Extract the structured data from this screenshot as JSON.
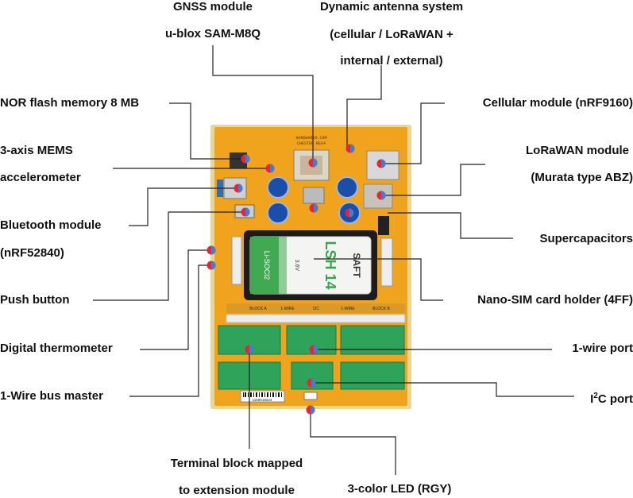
{
  "labels": {
    "gnss_1": "GNSS module",
    "gnss_2": "u-blox SAM-M8Q",
    "antenna_1": "Dynamic antenna system",
    "antenna_2": "(cellular / LoRaWAN +",
    "antenna_3": "internal / external)",
    "nor_flash": "NOR flash memory 8 MB",
    "mems_1": "3-axis MEMS",
    "mems_2": "accelerometer",
    "bluetooth_1": "Bluetooth module",
    "bluetooth_2": "(nRF52840)",
    "push_button": "Push button",
    "thermometer": "Digital thermometer",
    "onewire_master": "1-Wire bus master",
    "terminal_1": "Terminal block mapped",
    "terminal_2": "to extension module",
    "led": "3-color LED (RGY)",
    "cellular": "Cellular module (nRF9160)",
    "lorawan_1": "LoRaWAN module",
    "lorawan_2": "(Murata type ABZ)",
    "supercaps": "Supercapacitors",
    "nano_sim": "Nano-SIM card holder (4FF)",
    "onewire_port": "1-wire port",
    "i2c_prefix": "I",
    "i2c_sup": "2",
    "i2c_suffix": "C port"
  },
  "board": {
    "brand_text": "HARDWARIO.COM",
    "model_text": "CHESTER   REV4",
    "battery_brand": "SAFT",
    "battery_model": "LSH 14",
    "battery_type": "Li-SOCl2",
    "battery_voltage": "3.6V",
    "block_labels": [
      "BLOCK A",
      "1-WIRE",
      "I2C",
      "1-WIRE",
      "BLOCK B"
    ],
    "serial": "1159019224"
  },
  "colors": {
    "pcb": "#f0a31c",
    "pcb_edge": "#e6d48a",
    "terminal": "#2fa35a",
    "marker_red": "#e8233a",
    "marker_blue": "#3e7fd0",
    "line": "#222222"
  }
}
